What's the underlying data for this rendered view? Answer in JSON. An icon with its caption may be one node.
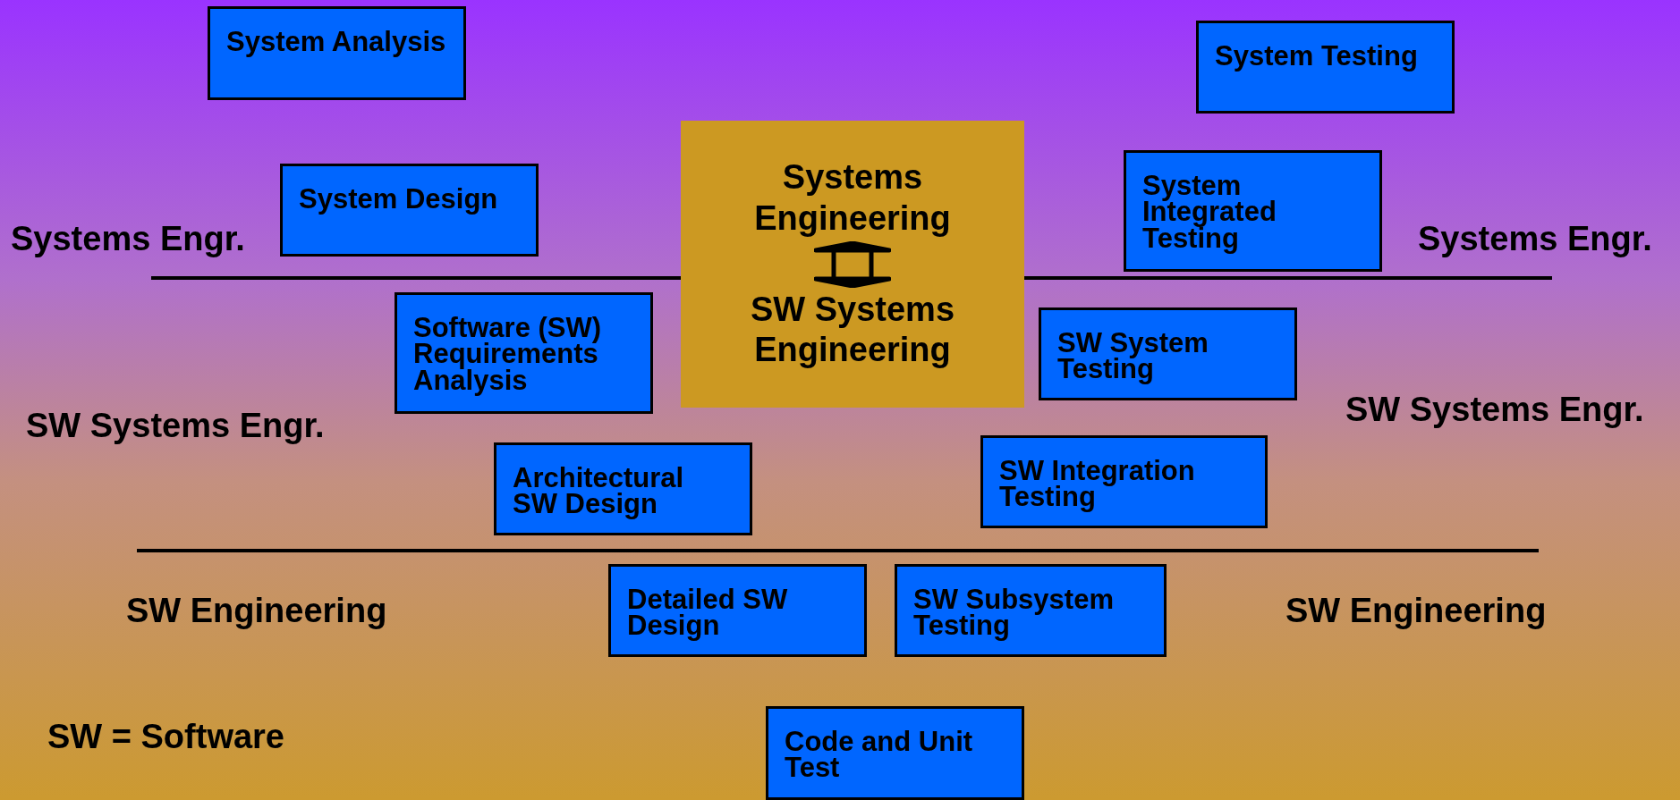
{
  "diagram": {
    "nodes": [
      {
        "text": [
          "System Analysis"
        ]
      },
      {
        "text": [
          "System Design"
        ]
      },
      {
        "text": [
          "Software (SW) Requirements Analysis"
        ]
      },
      {
        "text": [
          "Architectural SW Design"
        ]
      },
      {
        "text": [
          "Detailed SW Design"
        ]
      },
      {
        "text": [
          "Code and Unit Test"
        ]
      },
      {
        "text": [
          "SW Subsystem Testing"
        ]
      },
      {
        "text": [
          "SW Integration Testing"
        ]
      },
      {
        "text": [
          "SW System Testing"
        ]
      },
      {
        "text": [
          "System Integrated Testing"
        ]
      },
      {
        "text": [
          "System Testing"
        ]
      },
      {
        "text": [
          "Systems Engineering",
          "SW Systems Engineering"
        ]
      }
    ],
    "edges": [],
    "labels": [
      "Systems Engr.",
      "Systems Engr.",
      "SW Systems Engr.",
      "SW Systems Engr.",
      "SW Engineering",
      "SW Engineering",
      "SW = Software"
    ]
  }
}
